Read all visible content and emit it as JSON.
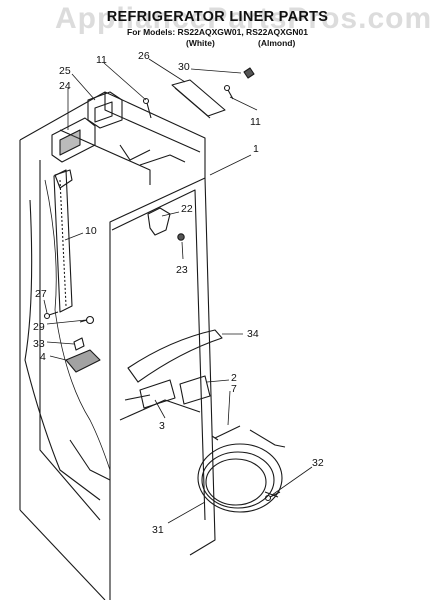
{
  "header": {
    "title": "REFRIGERATOR LINER PARTS",
    "models_line": "For Models: RS22AQXGW01, RS22AQXGN01",
    "color_white": "(White)",
    "color_almond": "(Almond)"
  },
  "watermark": "AppliancePartsPros.com",
  "callouts": [
    "25",
    "11",
    "26",
    "30",
    "24",
    "11",
    "1",
    "22",
    "10",
    "23",
    "27",
    "29",
    "34",
    "33",
    "4",
    "2",
    "7",
    "3",
    "32",
    "31"
  ],
  "colors": {
    "line": "#1a1a1a",
    "fill_dark": "#555555",
    "background": "#ffffff"
  }
}
